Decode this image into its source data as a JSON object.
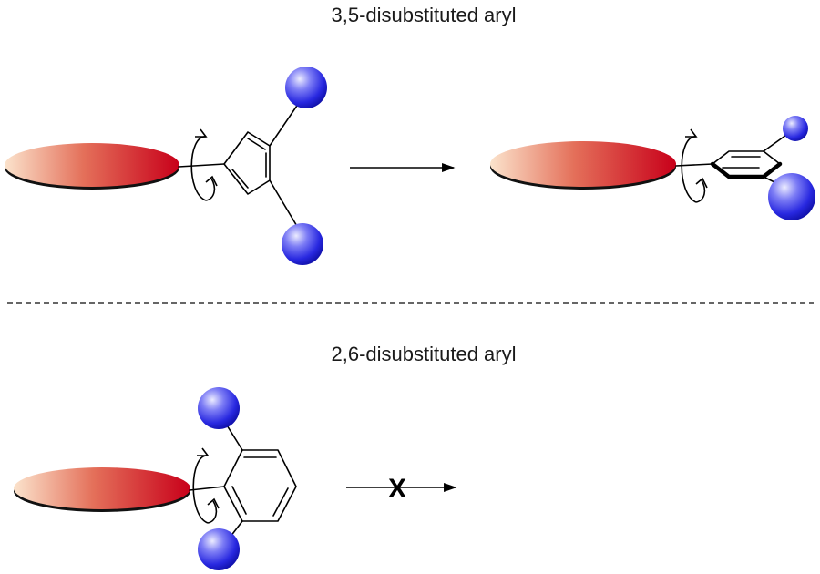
{
  "top_panel": {
    "title": "3,5-disubstituted aryl"
  },
  "bottom_panel": {
    "title": "2,6-disubstituted aryl",
    "blocked_mark": "X"
  },
  "colors": {
    "disc_light": "#fbe3cc",
    "disc_mid": "#e4705a",
    "disc_dark": "#c8001a",
    "sphere_light": "#e6e6ff",
    "sphere_mid": "#5b5bf0",
    "sphere_dark": "#1616c8",
    "divider": "#333333"
  }
}
